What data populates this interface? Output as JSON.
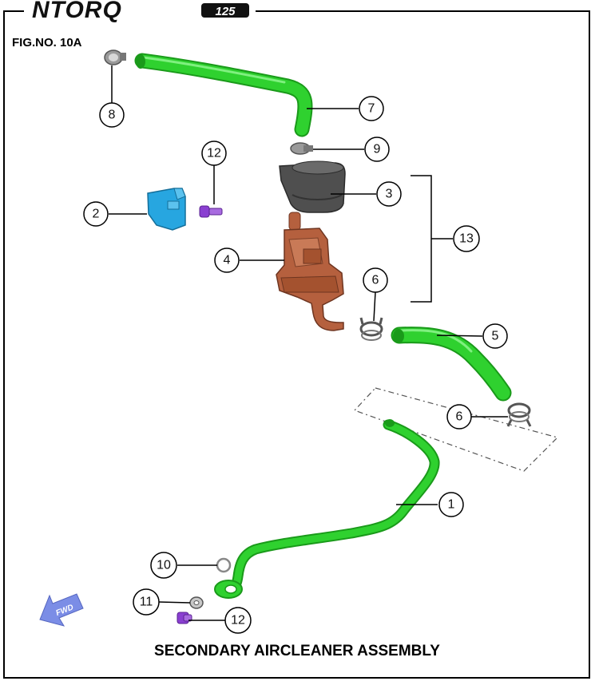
{
  "brand": {
    "logo_text": "NTORQ",
    "logo_suffix": "125"
  },
  "figure": {
    "number": "FIG.NO. 10A",
    "caption": "SECONDARY AIRCLEANER ASSEMBLY",
    "fwd_label": "FWD"
  },
  "callouts": {
    "c1": "1",
    "c2": "2",
    "c3": "3",
    "c4": "4",
    "c5": "5",
    "c6a": "6",
    "c6b": "6",
    "c7": "7",
    "c8": "8",
    "c9": "9",
    "c10": "10",
    "c11": "11",
    "c12a": "12",
    "c12b": "12",
    "c13": "13"
  },
  "colors": {
    "hose_green": "#2fd12f",
    "hose_green_dark": "#1a9a1a",
    "valve_brown": "#b5603e",
    "bracket_blue": "#27a6e0",
    "bolt_purple": "#8a3fd1",
    "cover_gray": "#4f4f4f",
    "arrow_blue": "#7b8de6"
  }
}
